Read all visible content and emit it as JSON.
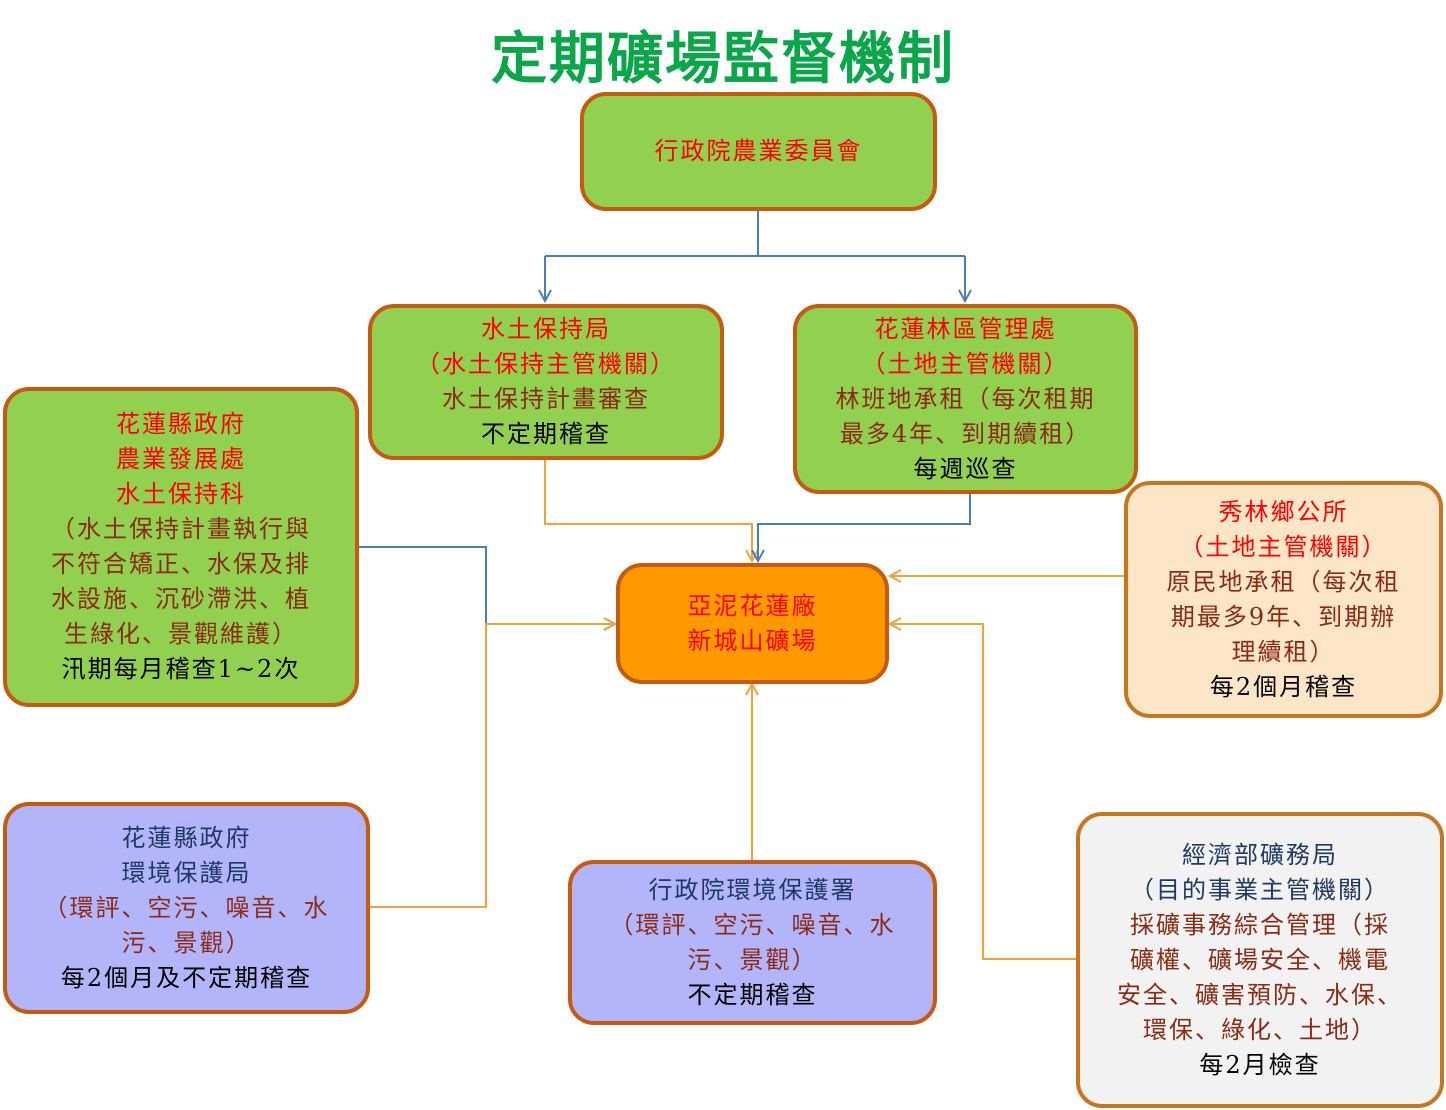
{
  "title": "定期礦場監督機制",
  "colors": {
    "title": "#0aa64a",
    "connector_blue": "#4a7ebb",
    "connector_orange": "#f0a23c",
    "border": "#c55a11"
  },
  "nodes": {
    "coa": {
      "lines": [
        "行政院農業委員會"
      ]
    },
    "swcb": {
      "lines": [
        "水土保持局",
        "（水土保持主管機關）",
        "水土保持計畫審查",
        "不定期稽查"
      ]
    },
    "forest": {
      "lines": [
        "花蓮林區管理處",
        "（土地主管機關）",
        "林班地承租（每次租期",
        "最多4年、到期續租）",
        "每週巡查"
      ]
    },
    "county_agri": {
      "lines": [
        "花蓮縣政府",
        "農業發展處",
        "水土保持科",
        "（水土保持計畫執行與",
        "不符合矯正、水保及排",
        "水設施、沉砂滯洪、植",
        "生綠化、景觀維護）",
        "汛期每月稽查1~2次"
      ]
    },
    "mine": {
      "lines": [
        "亞泥花蓮廠",
        "新城山礦場"
      ]
    },
    "township": {
      "lines": [
        "秀林鄉公所",
        "（土地主管機關）",
        "原民地承租（每次租",
        "期最多9年、到期辦",
        "理續租）",
        "每2個月稽查"
      ]
    },
    "county_env": {
      "lines": [
        "花蓮縣政府",
        "環境保護局",
        "（環評、空污、噪音、水",
        "污、景觀）",
        "每2個月及不定期稽查"
      ]
    },
    "epa": {
      "lines": [
        "行政院環境保護署",
        "（環評、空污、噪音、水",
        "污、景觀）",
        "不定期稽查"
      ]
    },
    "moea": {
      "lines": [
        "經濟部礦務局",
        "（目的事業主管機關）",
        "採礦事務綜合管理（採",
        "礦權、礦場安全、機電",
        "安全、礦害預防、水保、",
        "環保、綠化、土地）",
        "每2月檢查"
      ]
    }
  }
}
